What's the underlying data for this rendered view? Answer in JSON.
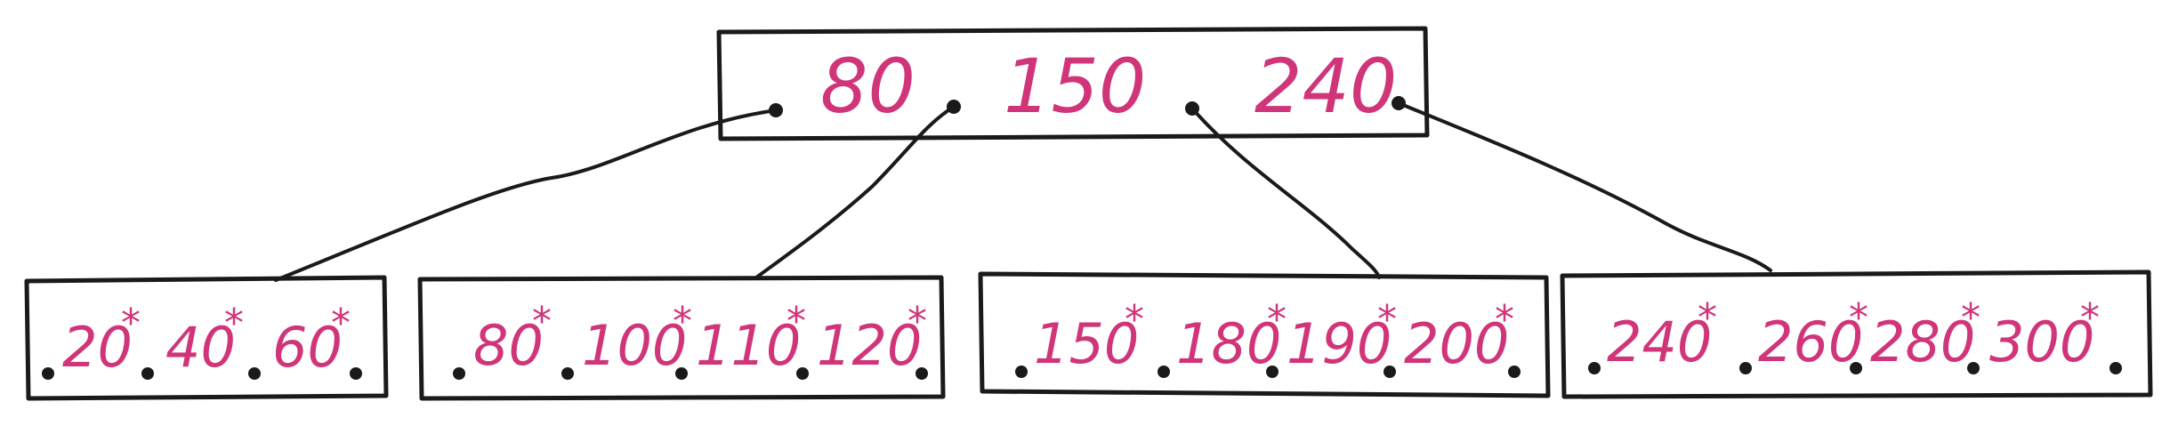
{
  "tree": {
    "root": {
      "keys": [
        "80",
        "150",
        "240"
      ]
    },
    "leaves": [
      {
        "keys": [
          "20",
          "40",
          "60"
        ]
      },
      {
        "keys": [
          "80",
          "100",
          "110",
          "120"
        ]
      },
      {
        "keys": [
          "150",
          "180",
          "190",
          "200"
        ]
      },
      {
        "keys": [
          "240",
          "260",
          "280",
          "300"
        ]
      }
    ],
    "leaf_entry_marker": "*",
    "colors": {
      "key_text": "#d0357a",
      "ink": "#1a1a1a"
    }
  }
}
